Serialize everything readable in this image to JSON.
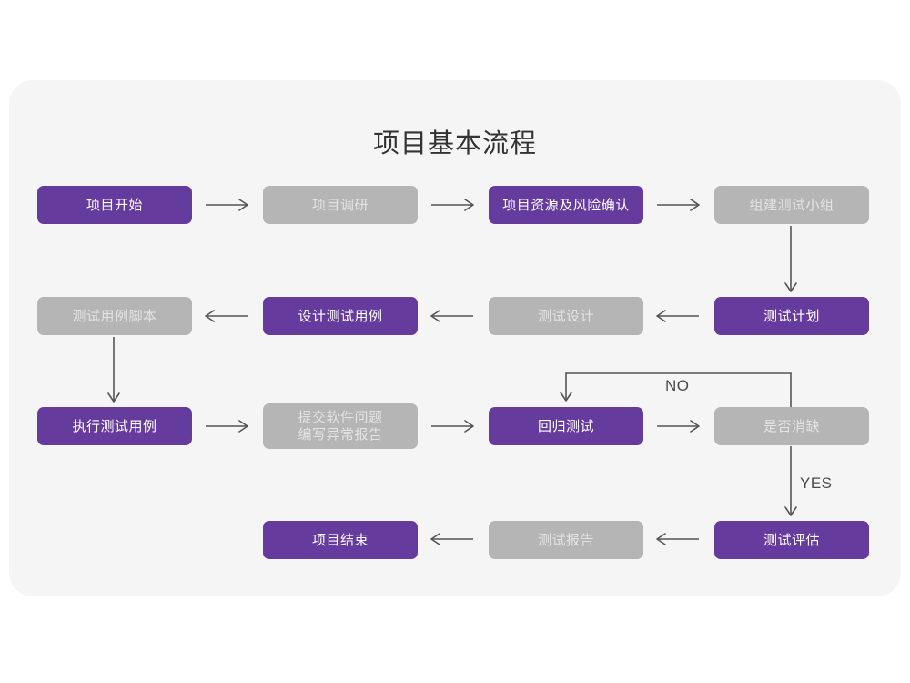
{
  "page": {
    "title": "项目基本流程",
    "background": "#ffffff",
    "card_background": "#f5f5f5"
  },
  "colors": {
    "purple": "#663B9E",
    "purple_text": "#ffffff",
    "gray": "#b5b5b5",
    "gray_text": "#e3e3e3",
    "connector": "#555555",
    "title_text": "#333333"
  },
  "flow": {
    "rows": [
      {
        "name": "row-1",
        "nodes": [
          {
            "id": "n1",
            "label": "项目开始",
            "style": "purple"
          },
          {
            "id": "n2",
            "label": "项目调研",
            "style": "gray"
          },
          {
            "id": "n3",
            "label": "项目资源及风险确认",
            "style": "purple"
          },
          {
            "id": "n4",
            "label": "组建测试小组",
            "style": "gray"
          }
        ]
      },
      {
        "name": "row-2",
        "nodes": [
          {
            "id": "n8",
            "label": "测试用例脚本",
            "style": "gray"
          },
          {
            "id": "n7",
            "label": "设计测试用例",
            "style": "purple"
          },
          {
            "id": "n6",
            "label": "测试设计",
            "style": "gray"
          },
          {
            "id": "n5",
            "label": "测试计划",
            "style": "purple"
          }
        ]
      },
      {
        "name": "row-3",
        "nodes": [
          {
            "id": "n9",
            "label": "执行测试用例",
            "style": "purple"
          },
          {
            "id": "n10",
            "label": "提交软件问题\n编写异常报告",
            "style": "gray"
          },
          {
            "id": "n11",
            "label": "回归测试",
            "style": "purple"
          },
          {
            "id": "n12",
            "label": "是否消缺",
            "style": "gray"
          }
        ]
      },
      {
        "name": "row-4",
        "nodes": [
          {
            "id": "n15",
            "label": "项目结束",
            "style": "purple"
          },
          {
            "id": "n14",
            "label": "测试报告",
            "style": "gray"
          },
          {
            "id": "n13",
            "label": "测试评估",
            "style": "purple"
          }
        ]
      }
    ],
    "decision_labels": {
      "no": "NO",
      "yes": "YES"
    }
  }
}
